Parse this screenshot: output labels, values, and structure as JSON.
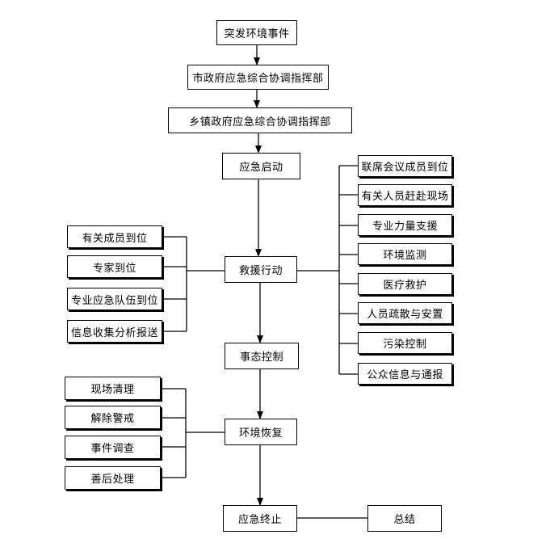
{
  "flow": {
    "event": "突发环境事件",
    "city_hq": "市政府应急综合协调指挥部",
    "town_hq": "乡镇政府应急综合协调指挥部",
    "start": "应急启动",
    "rescue": "救援行动",
    "control": "事态控制",
    "recovery": "环境恢复",
    "end": "应急终止",
    "summary": "总结"
  },
  "rescue_left": [
    "有关成员到位",
    "专家到位",
    "专业应急队伍到位",
    "信息收集分析报送"
  ],
  "rescue_right": [
    "联席会议成员到位",
    "有关人员赶赴现场",
    "专业力量支援",
    "环境监测",
    "医疗救护",
    "人员疏散与安置",
    "污染控制",
    "公众信息与通报"
  ],
  "recovery_left": [
    "现场清理",
    "解除警戒",
    "事件调查",
    "善后处理"
  ]
}
